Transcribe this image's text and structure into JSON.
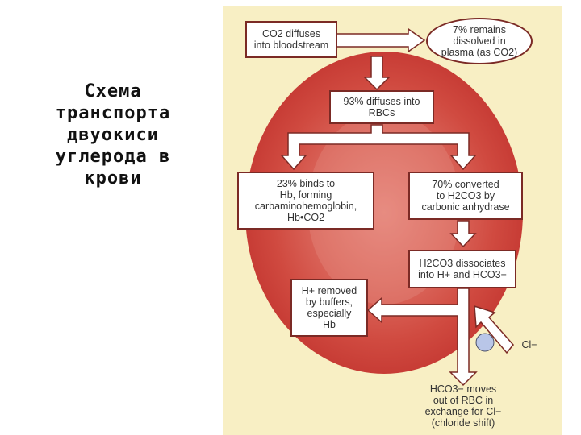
{
  "caption": [
    "Схема",
    "транспорта",
    "двуокиси",
    "углерода в",
    "крови"
  ],
  "diagram": {
    "box_diffuses": [
      "CO2 diffuses",
      "into bloodstream"
    ],
    "box_plasma": [
      "7% remains",
      "dissolved in",
      "plasma (as CO2)"
    ],
    "box_rbc": [
      "93% diffuses into",
      "RBCs"
    ],
    "box_binds": [
      "23% binds to",
      "Hb, forming",
      "carbaminohemoglobin,",
      "Hb•CO2"
    ],
    "box_converted": [
      "70% converted",
      "to H2CO3 by",
      "carbonic anhydrase"
    ],
    "box_dissociates": [
      "H2CO3 dissociates",
      "into H+ and HCO3−"
    ],
    "box_buffers": [
      "H+ removed",
      "by buffers,",
      "especially",
      "Hb"
    ],
    "label_chloride_ion": "Cl−",
    "label_shift": [
      "HCO3− moves",
      "out of RBC in",
      "exchange for Cl−",
      "(chloride shift)"
    ]
  },
  "colors": {
    "panel_bg": "#f8efc4",
    "cell_red": "#d9554a",
    "box_border": "#7b2a25",
    "arrow_fill": "#ffffff"
  }
}
